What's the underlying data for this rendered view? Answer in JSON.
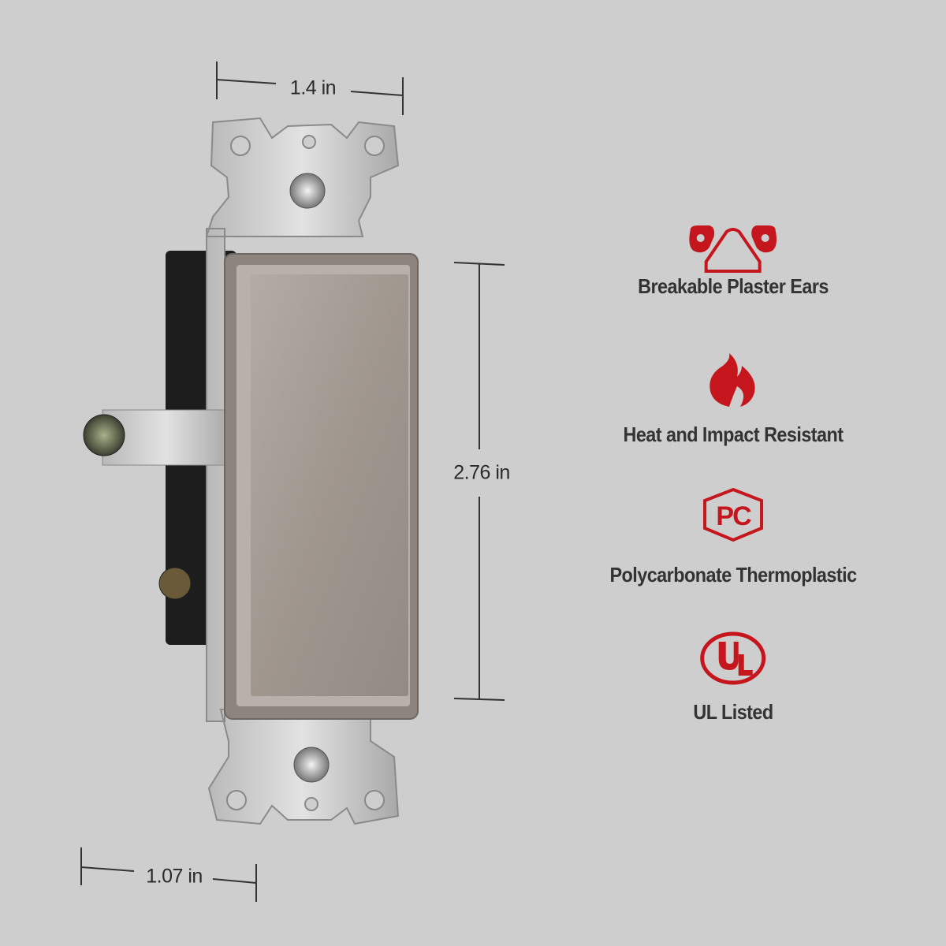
{
  "dimensions": {
    "width": "1.4 in",
    "height": "2.76 in",
    "depth": "1.07 in"
  },
  "features": [
    {
      "icon": "plaster-ears-icon",
      "label": "Breakable Plaster Ears"
    },
    {
      "icon": "flame-icon",
      "label": "Heat and Impact Resistant"
    },
    {
      "icon": "pc-hexagon-icon",
      "label": "Polycarbonate Thermoplastic"
    },
    {
      "icon": "ul-logo-icon",
      "label": "UL Listed"
    }
  ],
  "colors": {
    "background": "#cecece",
    "accent": "#c4161c",
    "text": "#333333",
    "paddle": "#a39b95"
  }
}
